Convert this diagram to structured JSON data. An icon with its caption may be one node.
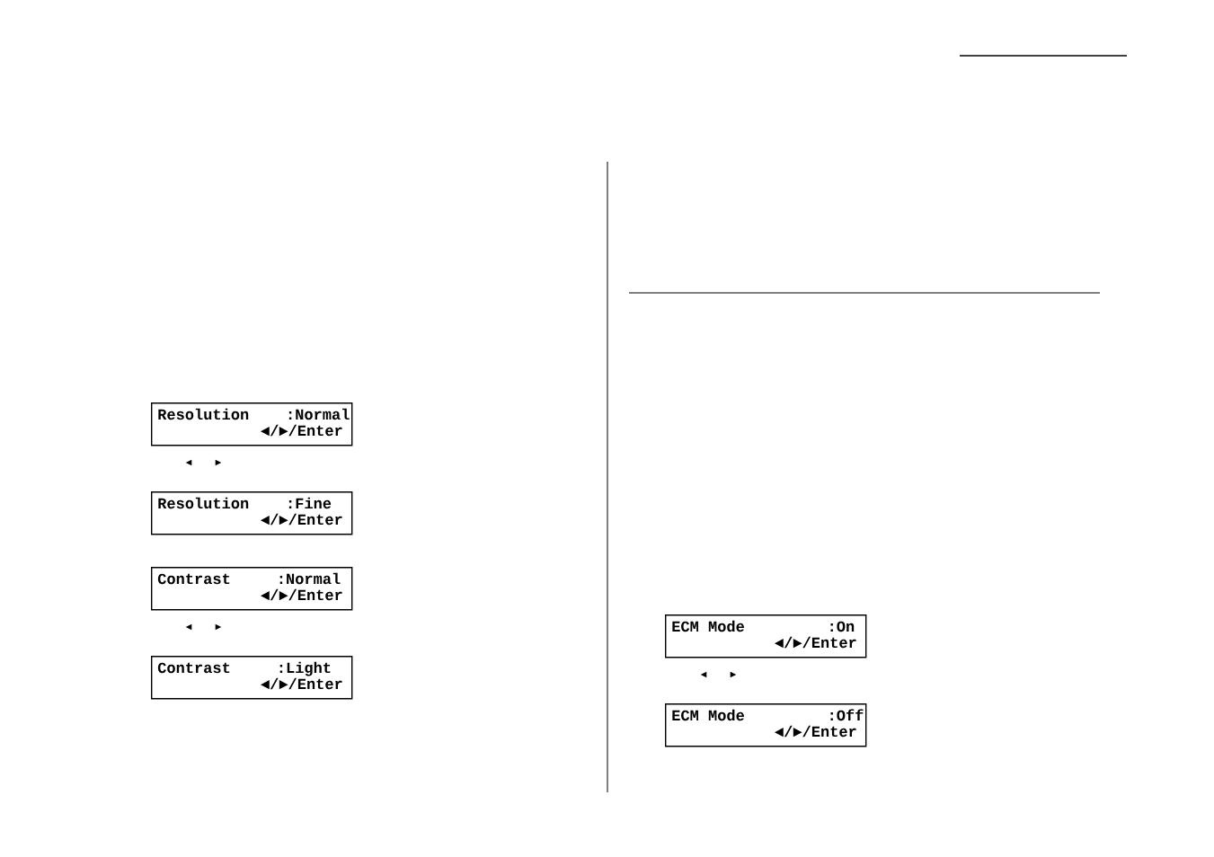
{
  "diagram": {
    "nodes": [
      {
        "text": [
          "Resolution",
          ":Normal",
          "◄/►/Enter"
        ]
      },
      {
        "text": [
          "Resolution",
          ":Fine",
          "◄/►/Enter"
        ]
      },
      {
        "text": [
          "Contrast",
          ":Normal",
          "◄/►/Enter"
        ]
      },
      {
        "text": [
          "Contrast",
          ":Light",
          "◄/►/Enter"
        ]
      },
      {
        "text": [
          "ECM Mode",
          ":On",
          "◄/►/Enter"
        ]
      },
      {
        "text": [
          "ECM Mode",
          ":Off",
          "◄/►/Enter"
        ]
      }
    ],
    "labels": [
      "◄",
      "►",
      "◄",
      "►",
      "◄",
      "►"
    ]
  }
}
